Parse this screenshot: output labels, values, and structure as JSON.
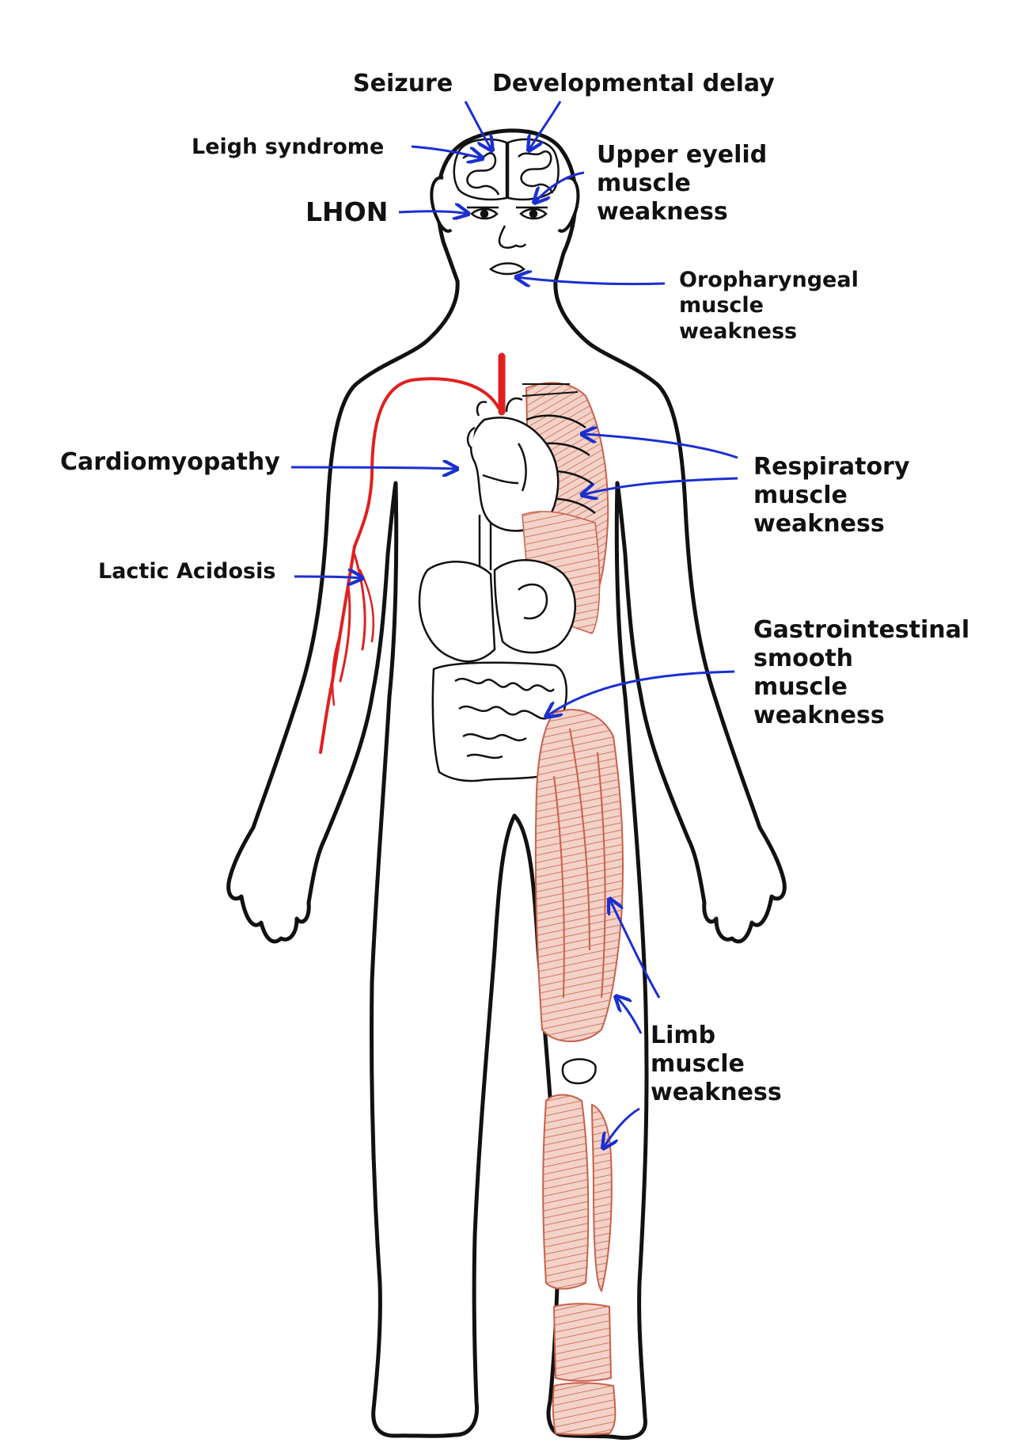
{
  "labels": {
    "seizure": "Seizure",
    "developmental_delay": "Developmental delay",
    "leigh_syndrome": "Leigh syndrome",
    "upper_eyelid": [
      "Upper eyelid",
      "muscle",
      "weakness"
    ],
    "lhon": "LHON",
    "oropharyngeal": [
      "Oropharyngeal",
      "muscle",
      "weakness"
    ],
    "cardiomyopathy": "Cardiomyopathy",
    "respiratory": [
      "Respiratory",
      "muscle",
      "weakness"
    ],
    "lactic_acidosis": "Lactic Acidosis",
    "gastrointestinal": [
      "Gastrointestinal",
      "smooth",
      "muscle",
      "weakness"
    ],
    "limb": [
      "Limb",
      "muscle",
      "weakness"
    ]
  },
  "colors": {
    "outline": "#111111",
    "arrow": "#1a2fd0",
    "blood_vessel": "#e02020",
    "muscle": "#c8604a",
    "muscle_fill": "#f3d2c8",
    "organ_fill": "#ffffff"
  }
}
